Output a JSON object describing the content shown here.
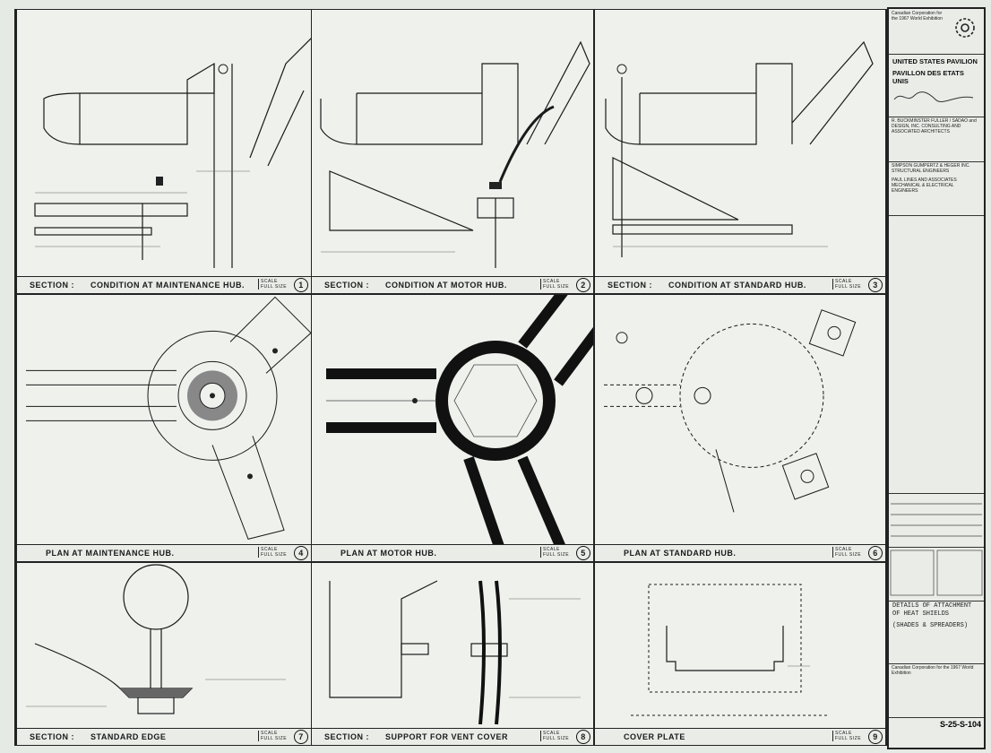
{
  "panels": [
    {
      "caption_a": "SECTION :",
      "caption_b": "CONDITION AT MAINTENANCE HUB.",
      "number": "1",
      "scale": "SCALE FULL SIZE"
    },
    {
      "caption_a": "SECTION :",
      "caption_b": "CONDITION AT MOTOR HUB.",
      "number": "2",
      "scale": "SCALE FULL SIZE"
    },
    {
      "caption_a": "SECTION :",
      "caption_b": "CONDITION AT STANDARD HUB.",
      "number": "3",
      "scale": "SCALE FULL SIZE"
    },
    {
      "caption_a": "",
      "caption_b": "PLAN AT MAINTENANCE HUB.",
      "number": "4",
      "scale": "SCALE FULL SIZE"
    },
    {
      "caption_a": "",
      "caption_b": "PLAN AT MOTOR HUB.",
      "number": "5",
      "scale": "SCALE FULL SIZE"
    },
    {
      "caption_a": "",
      "caption_b": "PLAN AT STANDARD HUB.",
      "number": "6",
      "scale": "SCALE FULL SIZE"
    },
    {
      "caption_a": "SECTION :",
      "caption_b": "STANDARD EDGE",
      "number": "7",
      "scale": "SCALE FULL SIZE"
    },
    {
      "caption_a": "SECTION :",
      "caption_b": "SUPPORT FOR VENT COVER",
      "number": "8",
      "scale": "SCALE FULL SIZE"
    },
    {
      "caption_a": "",
      "caption_b": "COVER PLATE",
      "number": "9",
      "scale": "SCALE FULL SIZE"
    }
  ],
  "title_block": {
    "org_top": "Canadian Corporation for the 1967 World Exhibition",
    "project_title": "UNITED STATES PAVILION",
    "project_title_fr": "PAVILLON DES ETATS UNIS",
    "architect": "R. BUCKMINSTER FULLER / SADAO and DESIGN, INC. CONSULTING AND ASSOCIATED ARCHITECTS",
    "consultants": "SIMPSON GUMPERTZ & HEGER INC. STRUCTURAL ENGINEERS",
    "consultants_2": "PAUL LINES AND ASSOCIATES MECHANICAL & ELECTRICAL ENGINEERS",
    "drawing_title": "DETAILS OF ATTACHMENT OF HEAT SHIELDS",
    "drawing_title_2": "(SHADES & SPREADERS)",
    "footer": "Canadian Corporation for the 1967 World Exhibition",
    "sheet_number": "S-25-S-104"
  },
  "notes": {
    "section_label": "SECTION"
  }
}
